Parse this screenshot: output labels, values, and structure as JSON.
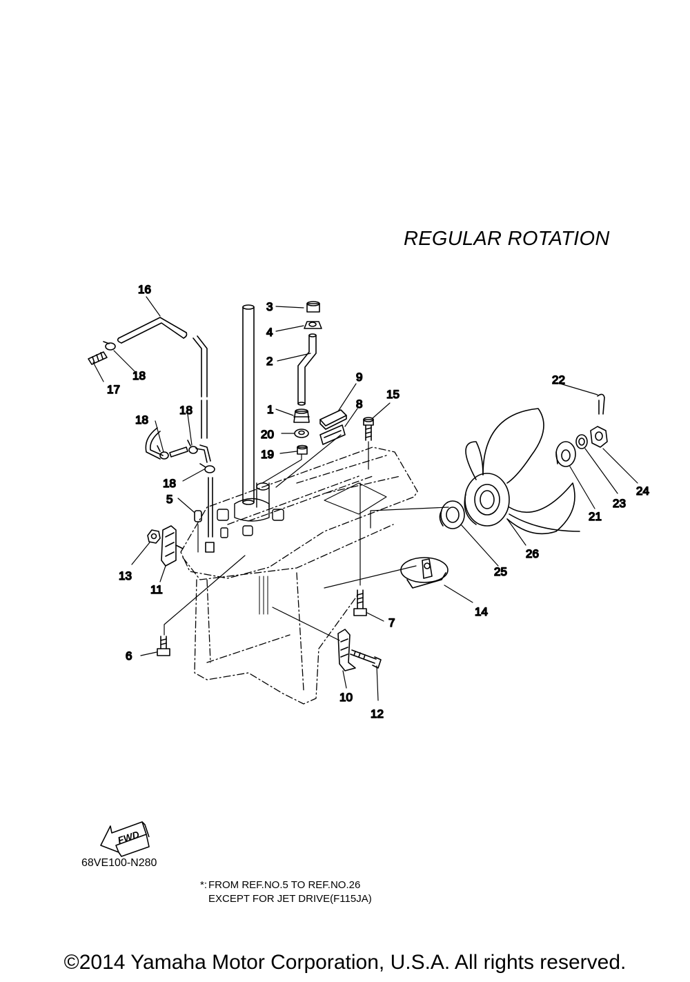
{
  "title": "REGULAR ROTATION",
  "diagram_code": "68VE100-N280",
  "note": {
    "marker": "*:",
    "line1": "FROM REF.NO.5 TO REF.NO.26",
    "line2": "EXCEPT FOR JET DRIVE(F115JA)"
  },
  "fwd_label": "FWD",
  "copyright": "©2014 Yamaha Motor Corporation, U.S.A. All rights reserved.",
  "callouts": [
    "1",
    "2",
    "3",
    "4",
    "5",
    "6",
    "7",
    "8",
    "9",
    "10",
    "11",
    "12",
    "13",
    "14",
    "15",
    "16",
    "17",
    "18",
    "18",
    "18",
    "18",
    "19",
    "20",
    "21",
    "22",
    "23",
    "24",
    "25",
    "26"
  ]
}
